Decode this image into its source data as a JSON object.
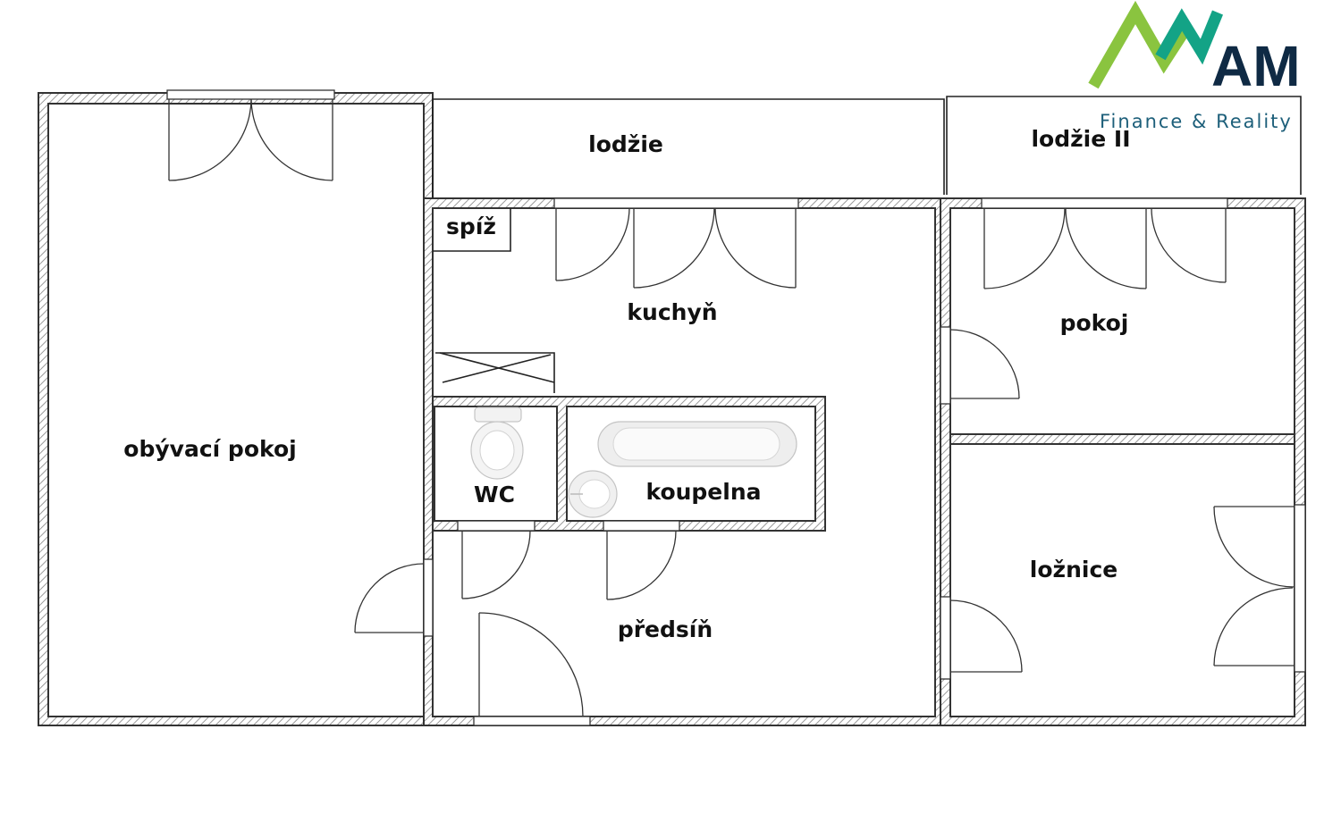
{
  "rooms": {
    "living_room": "obývací pokoj",
    "loggia_1": "lodžie",
    "loggia_2": "lodžie II",
    "pantry": "spíž",
    "kitchen": "kuchyň",
    "room": "pokoj",
    "wc": "WC",
    "bathroom": "koupelna",
    "hallway": "předsíň",
    "bedroom": "ložnice"
  },
  "logo": {
    "text": "AM",
    "subtitle": "Finance & Reality",
    "colors": {
      "green": "#8ac43f",
      "teal": "#13a386",
      "navy": "#0f2a44",
      "subtitle": "#1d5f7a"
    }
  },
  "plan": {
    "wall_color": "#333333",
    "hatch_color": "#9a9a9a",
    "background": "#ffffff"
  }
}
